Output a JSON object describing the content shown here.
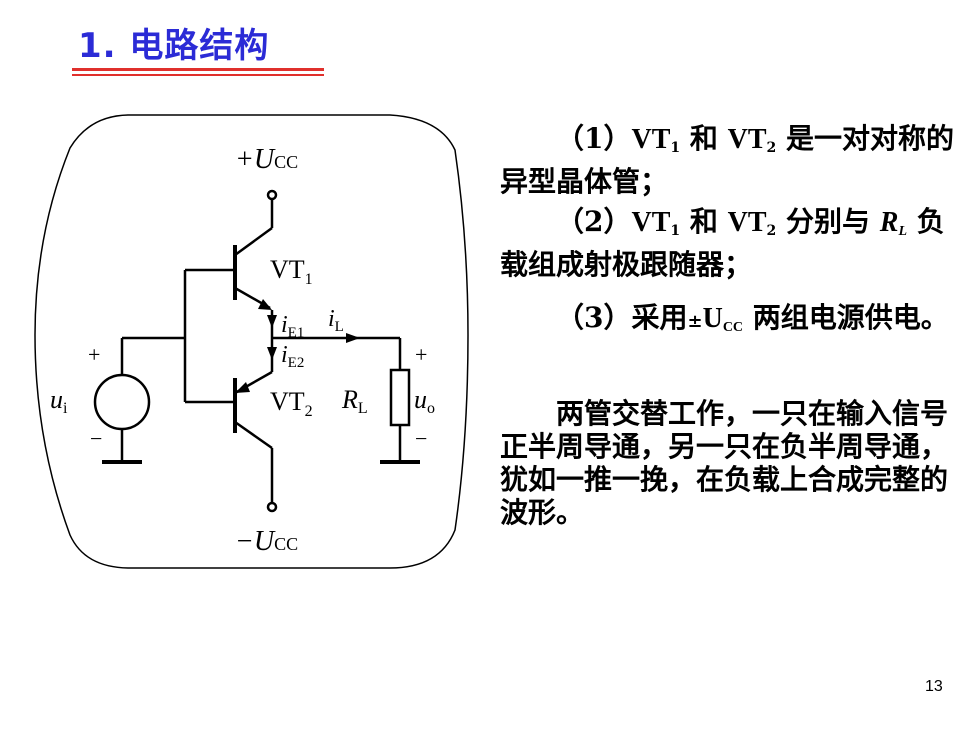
{
  "slide": {
    "title": "1. 电路结构",
    "page_number": "13"
  },
  "circuit": {
    "supply_positive": "+U",
    "supply_negative": "−U",
    "supply_sub": "CC",
    "transistor1": "VT",
    "transistor1_sub": "1",
    "transistor2": "VT",
    "transistor2_sub": "2",
    "current_e1": "i",
    "current_e1_sub": "E1",
    "current_e2": "i",
    "current_e2_sub": "E2",
    "current_load": "i",
    "current_load_sub": "L",
    "input": "u",
    "input_sub": "i",
    "output": "u",
    "output_sub": "o",
    "load": "R",
    "load_sub": "L",
    "plus": "+",
    "minus": "−"
  },
  "text": {
    "p1_prefix": "（1）",
    "p1_vt1": "VT",
    "p1_sub1": "1",
    "p1_and": " 和 ",
    "p1_vt2": "VT",
    "p1_sub2": "2",
    "p1_rest": " 是一对对称的异型晶体管；",
    "p2_prefix": "（2）",
    "p2_vt1": "VT",
    "p2_sub1": "1",
    "p2_and": " 和 ",
    "p2_vt2": "VT",
    "p2_sub2": "2",
    "p2_mid": " 分别与 ",
    "p2_rl": "R",
    "p2_rl_sub": "L",
    "p2_rest": " 负载组成射极跟随器；",
    "p3_prefix": "（3）采用",
    "p3_pm": "±",
    "p3_ucc": "U",
    "p3_ucc_sub": "CC",
    "p3_rest": " 两组电源供电。",
    "p4": "两管交替工作，一只在输入信号正半周导通，另一只在负半周导通，犹如一推一挽，在负载上合成完整的波形。"
  }
}
